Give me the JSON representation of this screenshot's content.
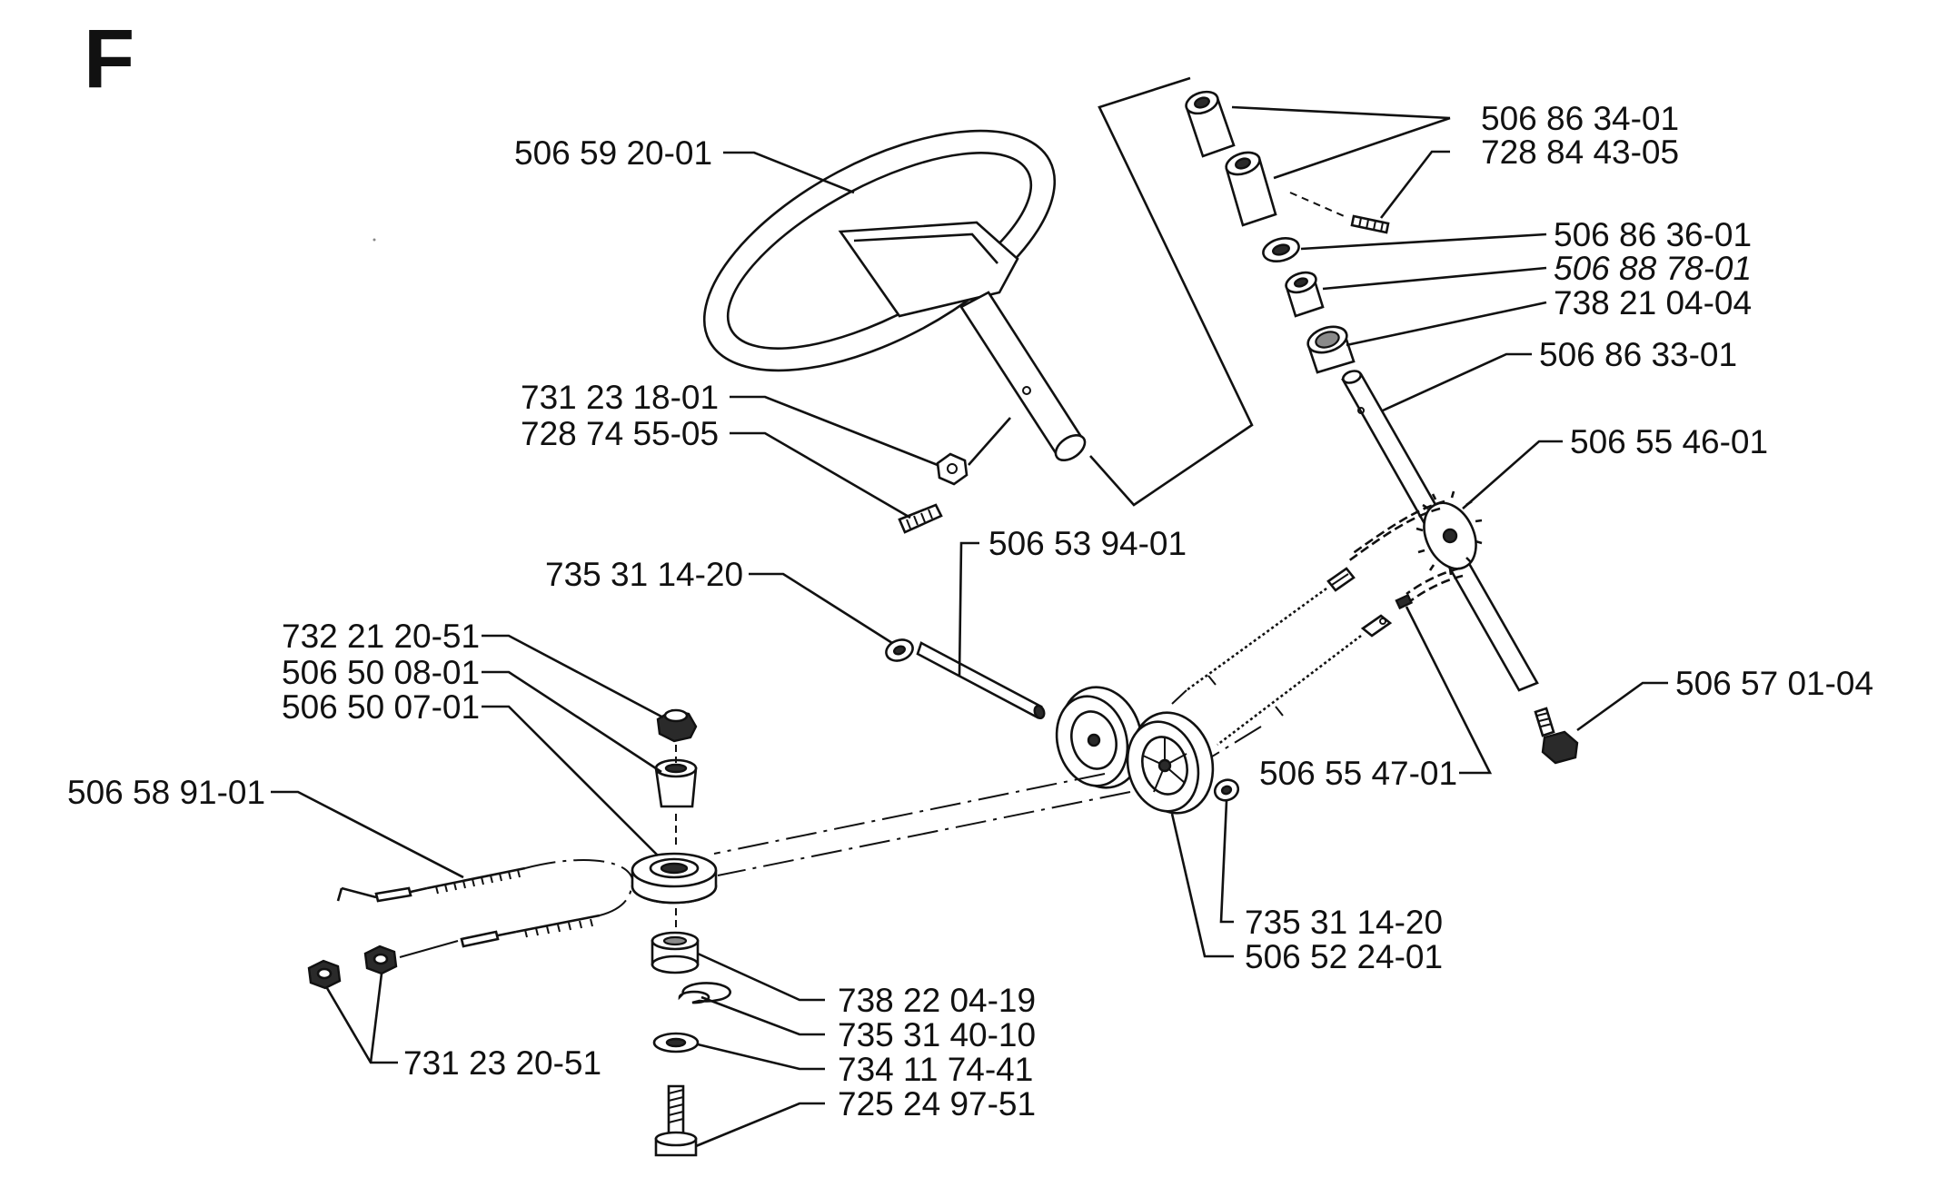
{
  "section_letter": "F",
  "labels": {
    "steering_wheel": "506 59 20-01",
    "nut_steering": "731 23 18-01",
    "pin_steering": "728 74 55-05",
    "bushing_top": "506 86 34-01",
    "set_screw": "728 84 43-05",
    "washer_upper": "506 86 36-01",
    "bushing_lower": "506 88 78-01",
    "bearing_upper": "738 21 04-04",
    "steering_shaft": "506 86 33-01",
    "sprocket_chain": "506 55 46-01",
    "pulley_shaft": "506 53 94-01",
    "lock_washer_left": "735 31 14-20",
    "nut_pulley": "732 21 20-51",
    "spacer_pulley": "506 50 08-01",
    "pulley_upper": "506 50 07-01",
    "cable": "506 58 91-01",
    "bolt_shaft_end": "506 57 01-04",
    "chain_link": "506 55 47-01",
    "lock_washer_right": "735 31 14-20",
    "double_pulley": "506 52 24-01",
    "bearing_lower": "738 22 04-19",
    "circlip": "735 31 40-10",
    "washer_lower": "734 11 74-41",
    "bolt_lower": "725 24 97-51",
    "cable_nuts": "731 23 20-51"
  }
}
